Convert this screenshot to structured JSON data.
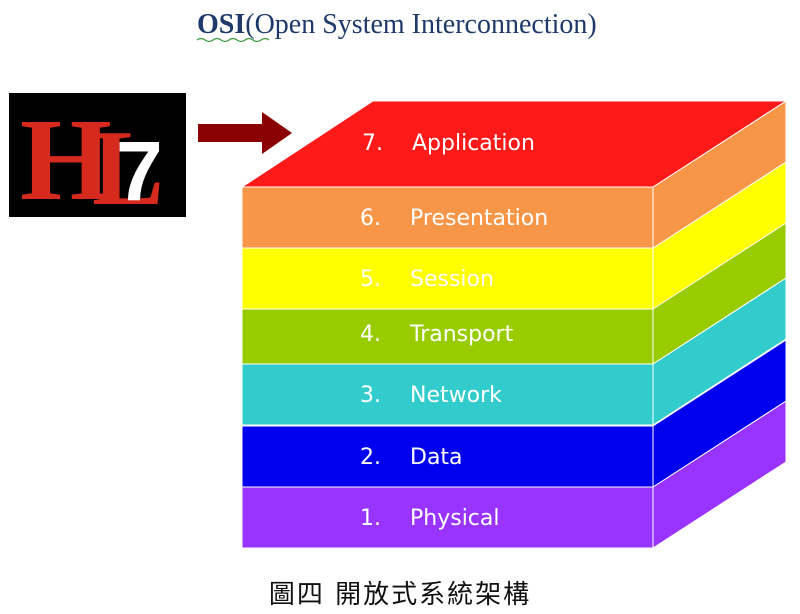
{
  "title": {
    "acronym": "OSI",
    "expansion": "(Open System Interconnection)"
  },
  "logo": {
    "text_h": "H",
    "text_l": "L",
    "text_7": "7",
    "colors": {
      "background": "#000000",
      "letters": "#d62a1e",
      "seven": "#ffffff"
    }
  },
  "arrow": {
    "icon": "right-arrow-icon",
    "color": "#8b0000"
  },
  "layers": [
    {
      "number": "7.",
      "name": "Application",
      "color": "#ff1a1a"
    },
    {
      "number": "6.",
      "name": "Presentation",
      "color": "#f79646"
    },
    {
      "number": "5.",
      "name": "Session",
      "color": "#ffff00"
    },
    {
      "number": "4.",
      "name": "Transport",
      "color": "#99cc00"
    },
    {
      "number": "3.",
      "name": "Network",
      "color": "#33cccc"
    },
    {
      "number": "2.",
      "name": "Data",
      "color": "#0000ee"
    },
    {
      "number": "1.",
      "name": "Physical",
      "color": "#9933ff"
    }
  ],
  "caption": "圖四 開放式系統架構"
}
